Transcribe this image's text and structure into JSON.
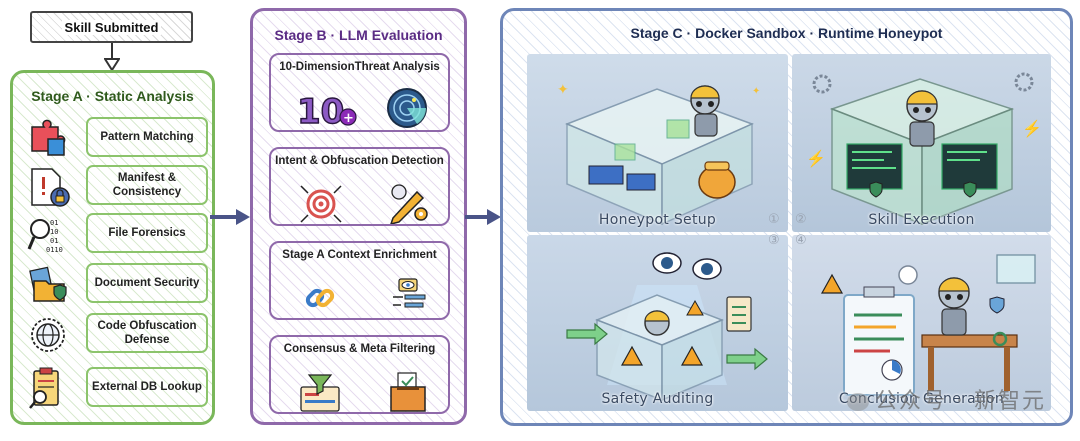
{
  "skill_submitted": "Skill Submitted",
  "stage_a": {
    "title": "Stage A · Static Analysis",
    "items": [
      {
        "label": "Pattern Matching",
        "icon": "puzzle-icon"
      },
      {
        "label": "Manifest & Consistency",
        "icon": "document-lock-icon"
      },
      {
        "label": "File Forensics",
        "icon": "magnifier-binary-icon"
      },
      {
        "label": "Document Security",
        "icon": "folder-shield-icon"
      },
      {
        "label": "Code Obfuscation Defense",
        "icon": "globe-shield-icon"
      },
      {
        "label": "External DB Lookup",
        "icon": "clipboard-search-icon"
      }
    ]
  },
  "stage_b": {
    "title": "Stage B · LLM Evaluation",
    "cards": [
      {
        "title": "10-DimensionThreat Analysis",
        "badge": "10",
        "badge_plus": "+"
      },
      {
        "title": "Intent & Obfuscation Detection"
      },
      {
        "title": "Stage A Context Enrichment"
      },
      {
        "title": "Consensus & Meta Filtering"
      }
    ]
  },
  "stage_c": {
    "title": "Stage C · Docker Sandbox · Runtime Honeypot",
    "panels": [
      {
        "label": "Honeypot Setup"
      },
      {
        "label": "Skill Execution"
      },
      {
        "label": "Safety Auditing"
      },
      {
        "label": "Conclusion Generation"
      }
    ],
    "step_numbers": [
      "①",
      "②",
      "③",
      "④"
    ]
  },
  "watermark": "公众号 · 新智元",
  "colors": {
    "stage_a": "#7ab75a",
    "stage_b": "#8f69aa",
    "stage_c": "#6e86b8",
    "arrow": "#4a5488",
    "stage_b_title": "#5a2b84"
  }
}
